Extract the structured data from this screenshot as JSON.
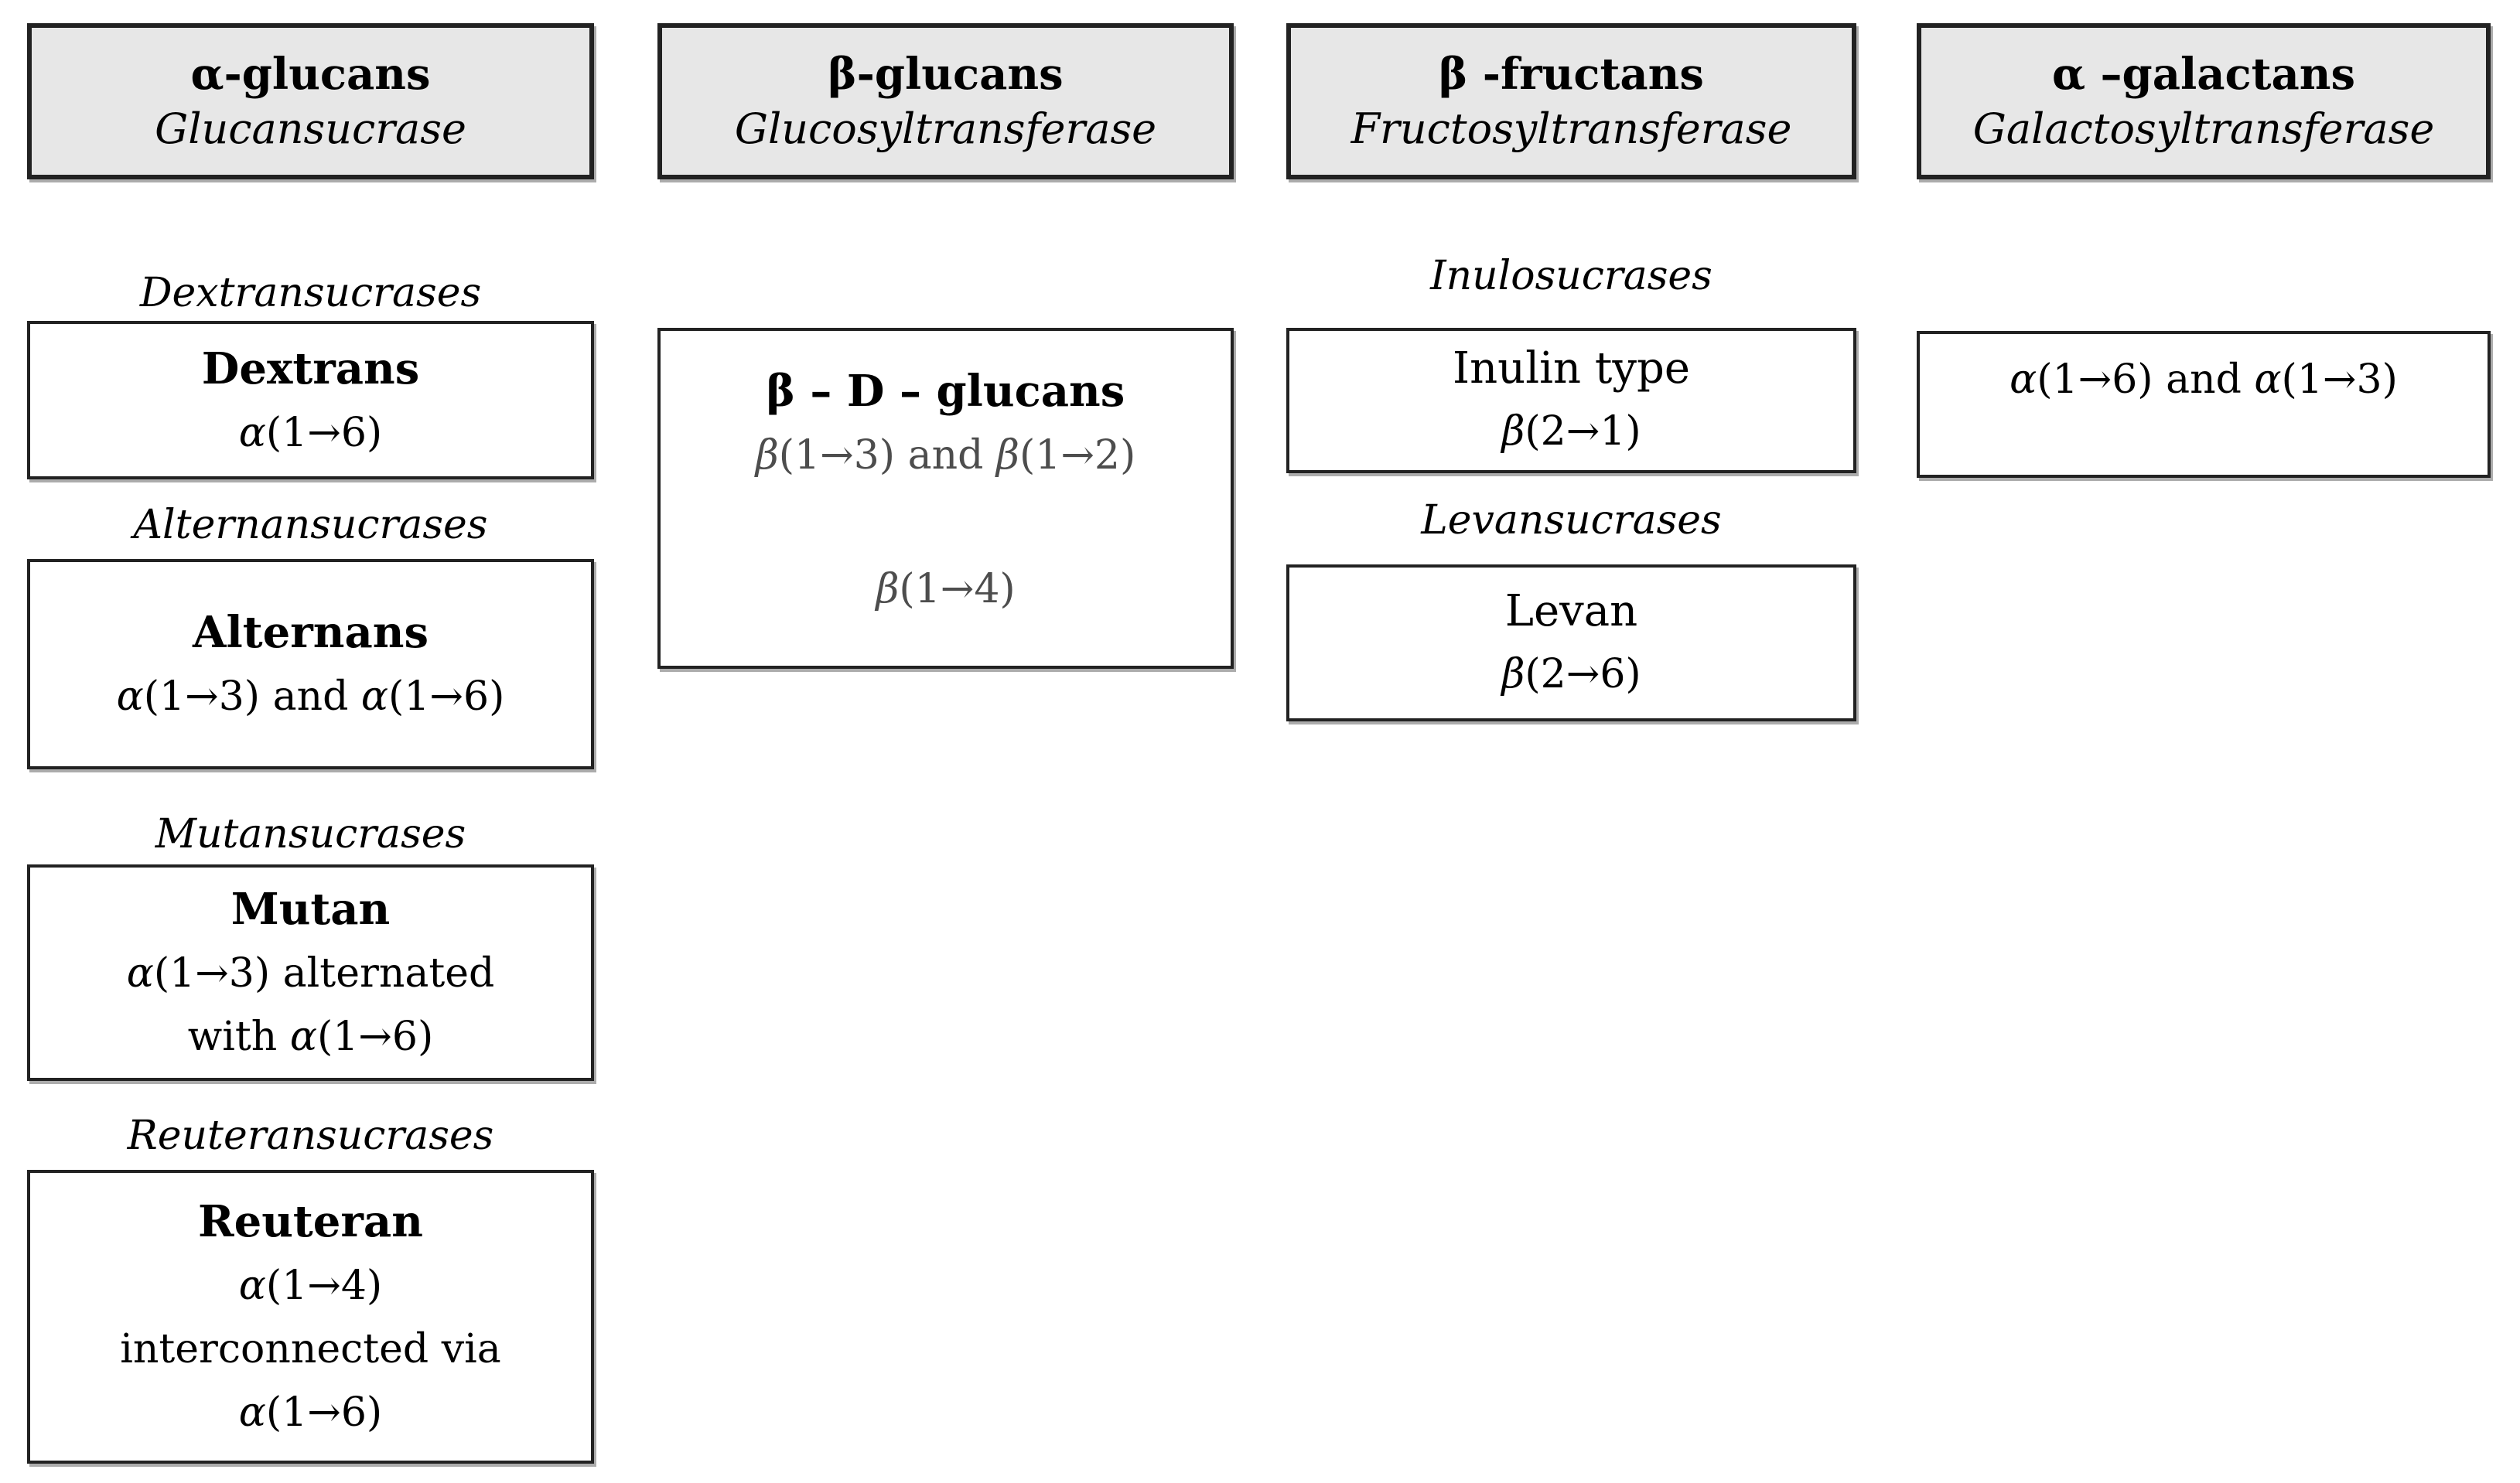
{
  "colors": {
    "background": "#ffffff",
    "header_fill": "#e7e7e7",
    "border": "#222222",
    "text": "#000000",
    "muted_formula_text": "#4d4d4d"
  },
  "columns": [
    {
      "header": {
        "title": "α-glucans",
        "enzyme": "Glucansucrase"
      },
      "groups": [
        {
          "label": "Dextransucrases",
          "box_title": "Dextrans",
          "lines": [
            "α(1→6)"
          ]
        },
        {
          "label": "Alternansucrases",
          "box_title": "Alternans",
          "lines": [
            "α(1→3) and α(1→6)"
          ]
        },
        {
          "label": "Mutansucrases",
          "box_title": "Mutan",
          "lines": [
            "α(1→3) alternated",
            "with α(1→6)"
          ]
        },
        {
          "label": "Reuteransucrases",
          "box_title": "Reuteran",
          "lines": [
            "α(1→4)",
            "interconnected via",
            "α(1→6)"
          ]
        }
      ]
    },
    {
      "header": {
        "title": "β-glucans",
        "enzyme": "Glucosyltransferase"
      },
      "box": {
        "title": "β – D – glucans",
        "lines": [
          "β(1→3) and β(1→2)",
          "β(1→4)"
        ]
      }
    },
    {
      "header": {
        "title": "β -fructans",
        "enzyme": "Fructosyltransferase"
      },
      "groups": [
        {
          "label": "Inulosucrases",
          "box_title": "Inulin type",
          "lines": [
            "β(2→1)"
          ]
        },
        {
          "label": "Levansucrases",
          "box_title": "Levan",
          "lines": [
            "β(2→6)"
          ]
        }
      ]
    },
    {
      "header": {
        "title": "α –galactans",
        "enzyme": "Galactosyltransferase"
      },
      "box": {
        "lines": [
          "α(1→6) and α(1→3)"
        ]
      }
    }
  ]
}
